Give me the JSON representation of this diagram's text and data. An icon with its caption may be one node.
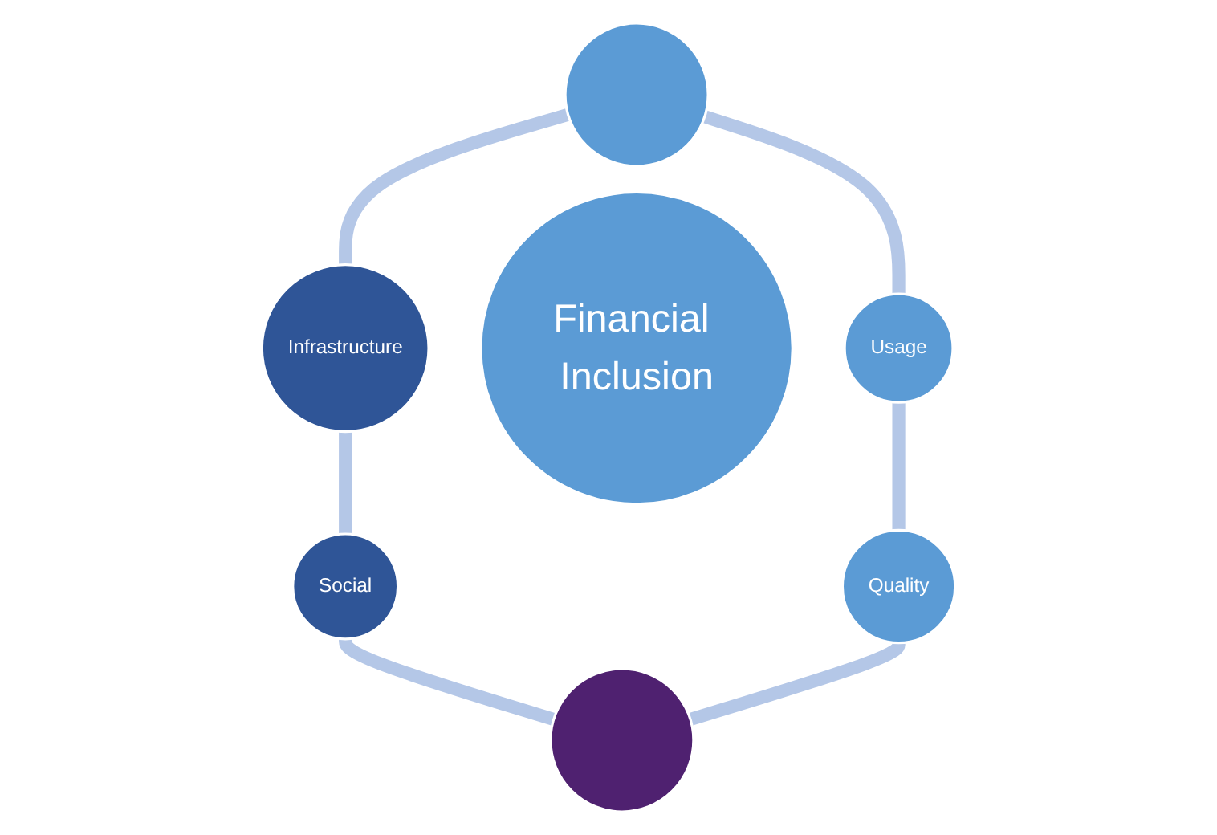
{
  "diagram": {
    "nodes": [
      {
        "text": [],
        "shape": "circle"
      },
      {
        "text": [
          "Infrastructure"
        ]
      },
      {
        "text": [
          "Usage"
        ]
      },
      {
        "text": [
          "Financial Inclusion"
        ]
      },
      {
        "text": [
          "Social"
        ]
      },
      {
        "text": [
          "Quality"
        ]
      },
      {
        "text": [],
        "shape": "circle"
      }
    ],
    "edges": [
      {
        "from": 0,
        "to": 1,
        "arrow": "none"
      },
      {
        "from": 0,
        "to": 2,
        "arrow": "none"
      },
      {
        "from": 1,
        "to": 4,
        "arrow": "none"
      },
      {
        "from": 2,
        "to": 5,
        "arrow": "none"
      },
      {
        "from": 4,
        "to": 6,
        "arrow": "none"
      },
      {
        "from": 5,
        "to": 6,
        "arrow": "none"
      }
    ]
  }
}
